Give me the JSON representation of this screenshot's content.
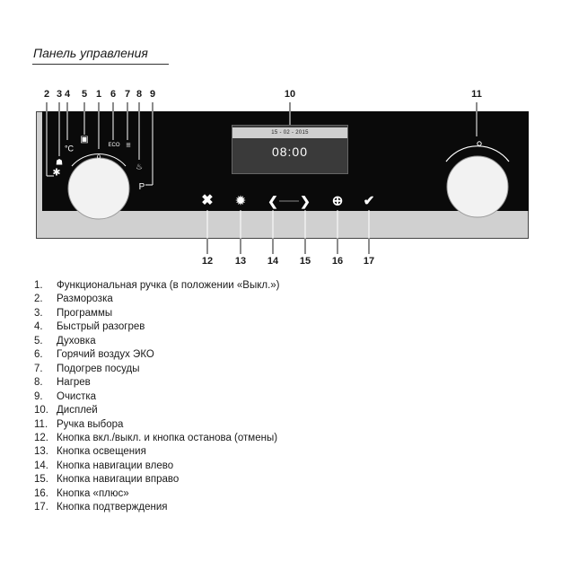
{
  "heading": "Панель управления",
  "top_callouts": [
    "2",
    "3",
    "4",
    "5",
    "1",
    "6",
    "7",
    "8",
    "9",
    "10",
    "11"
  ],
  "bottom_callouts": [
    "12",
    "13",
    "14",
    "15",
    "16",
    "17"
  ],
  "display": {
    "date": "15 - 02 - 2015",
    "time": "08:00"
  },
  "knob_labels": {
    "off": "o",
    "eco": "ECO"
  },
  "legend": [
    {
      "num": "1.",
      "text": "Функциональная ручка (в положении «Выкл.»)"
    },
    {
      "num": "2.",
      "text": "Разморозка"
    },
    {
      "num": "3.",
      "text": "Программы"
    },
    {
      "num": "4.",
      "text": "Быстрый разогрев"
    },
    {
      "num": "5.",
      "text": "Духовка"
    },
    {
      "num": "6.",
      "text": "Горячий воздух ЭКО"
    },
    {
      "num": "7.",
      "text": "Подогрев посуды"
    },
    {
      "num": "8.",
      "text": "Нагрев"
    },
    {
      "num": "9.",
      "text": "Очистка"
    },
    {
      "num": "10.",
      "text": "Дисплей"
    },
    {
      "num": "11.",
      "text": "Ручка выбора"
    },
    {
      "num": "12.",
      "text": "Кнопка вкл./выкл. и кнопка останова (отмены)"
    },
    {
      "num": "13.",
      "text": "Кнопка освещения"
    },
    {
      "num": "14.",
      "text": "Кнопка навигации влево"
    },
    {
      "num": "15.",
      "text": "Кнопка навигации вправо"
    },
    {
      "num": "16.",
      "text": "Кнопка «плюс»"
    },
    {
      "num": "17.",
      "text": "Кнопка подтверждения"
    }
  ],
  "icons": [
    "defrost-icon",
    "programs-icon",
    "fast-heat-icon",
    "oven-icon",
    "eco-hot-air-icon",
    "plate-warming-icon",
    "heating-icon",
    "cleaning-icon",
    "power-icon",
    "light-icon",
    "arrow-left-icon",
    "arrow-right-icon",
    "plus-icon",
    "check-icon"
  ]
}
